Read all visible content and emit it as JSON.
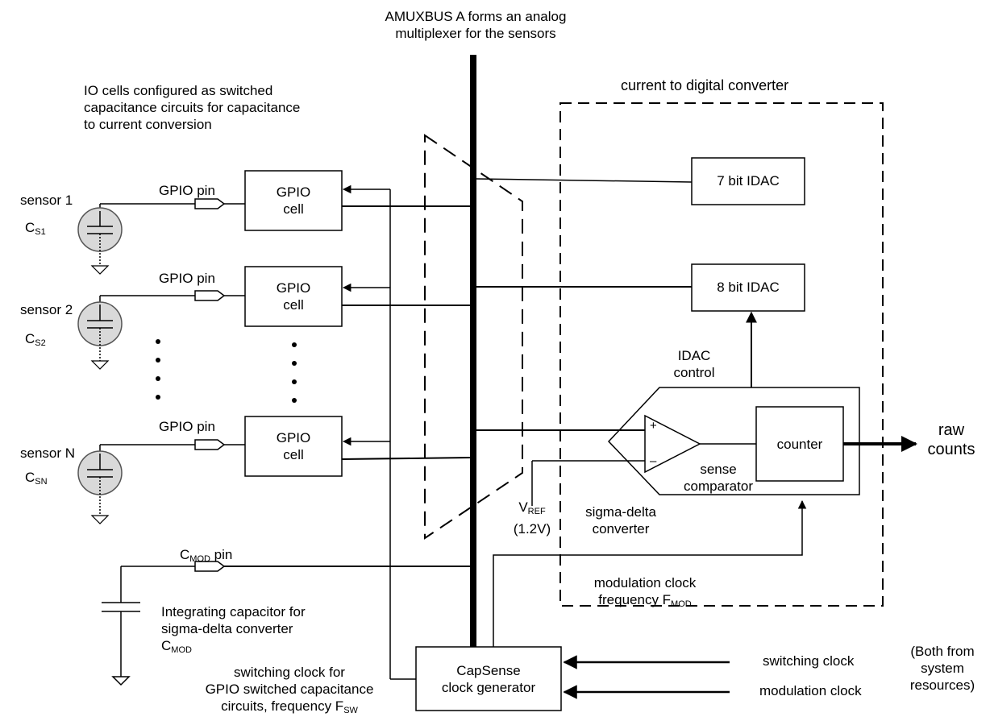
{
  "amux_title_line1": "AMUXBUS A forms an analog",
  "amux_title_line2": "multiplexer for  the sensors",
  "io_note_line1": "IO cells configured as switched",
  "io_note_line2": "capacitance circuits for capacitance",
  "io_note_line3": "to current conversion",
  "cdc_title": "current to digital converter",
  "sensors": [
    {
      "name": "sensor 1",
      "cap_main": "C",
      "cap_sub": "S1",
      "pin": "GPIO pin",
      "cell_line1": "GPIO",
      "cell_line2": "cell"
    },
    {
      "name": "sensor 2",
      "cap_main": "C",
      "cap_sub": "S2",
      "pin": "GPIO pin",
      "cell_line1": "GPIO",
      "cell_line2": "cell"
    },
    {
      "name": "sensor N",
      "cap_main": "C",
      "cap_sub": "SN",
      "pin": "GPIO pin",
      "cell_line1": "GPIO",
      "cell_line2": "cell"
    }
  ],
  "idac7": "7 bit IDAC",
  "idac8": "8 bit IDAC",
  "idac_control_line1": "IDAC",
  "idac_control_line2": "control",
  "counter": "counter",
  "raw_counts_line1": "raw",
  "raw_counts_line2": "counts",
  "sense_line1": "sense",
  "sense_line2": "comparator",
  "vref_main": "V",
  "vref_sub": "REF",
  "vref_value": "(1.2V)",
  "sigma_delta_line1": "sigma-delta",
  "sigma_delta_line2": "converter",
  "comp_plus": "+",
  "comp_minus": "–",
  "cmod_pin_main": "C",
  "cmod_pin_sub": "MOD",
  "cmod_pin_suffix": " pin",
  "mod_clock_line1": "modulation clock",
  "mod_clock_line2_main": "frequency F",
  "mod_clock_line2_sub": "MOD",
  "integrating_line1": "Integrating capacitor for",
  "integrating_line2": "sigma-delta converter",
  "integrating_line3_main": "C",
  "integrating_line3_sub": "MOD",
  "switch_note_line1": "switching clock for",
  "switch_note_line2": "GPIO switched capacitance",
  "switch_note_line3_main": "circuits, frequency F",
  "switch_note_line3_sub": "SW",
  "capsense_line1": "CapSense",
  "capsense_line2": "clock generator",
  "switching_clock": "switching clock",
  "modulation_clock": "modulation clock",
  "both_from_line1": "(Both from",
  "both_from_line2": "system",
  "both_from_line3": "resources)"
}
